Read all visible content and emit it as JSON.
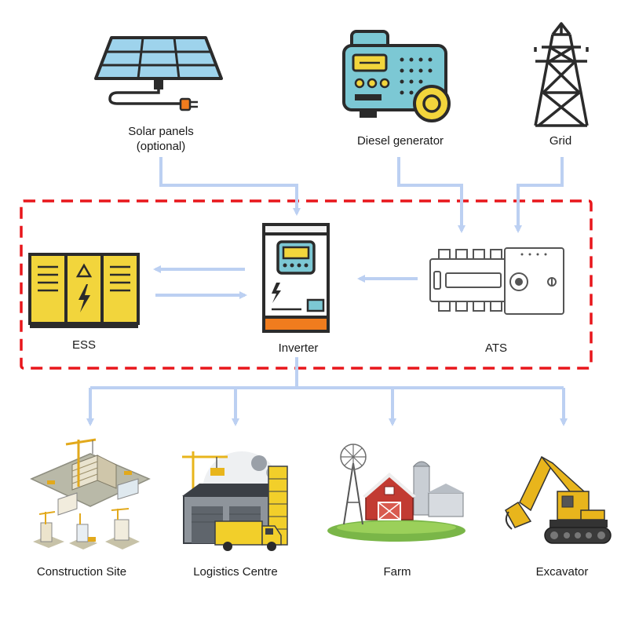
{
  "sources": {
    "solar": {
      "label": "Solar panels",
      "sub": "(optional)"
    },
    "diesel": {
      "label": "Diesel generator"
    },
    "grid": {
      "label": "Grid"
    }
  },
  "system": {
    "ess": {
      "label": "ESS"
    },
    "inverter": {
      "label": "Inverter"
    },
    "ats": {
      "label": "ATS"
    }
  },
  "loads": [
    {
      "label": "Construction Site"
    },
    {
      "label": "Logistics Centre"
    },
    {
      "label": "Farm"
    },
    {
      "label": "Excavator"
    }
  ],
  "colors": {
    "arrow": "#bcd0f2",
    "boundary": "#e8161b",
    "ess_yellow": "#f2d53c",
    "inverter_orange": "#f07c1e",
    "solar_blue": "#9ed3ec",
    "diesel_teal": "#7cc8d4",
    "outline": "#2b2b2b"
  }
}
